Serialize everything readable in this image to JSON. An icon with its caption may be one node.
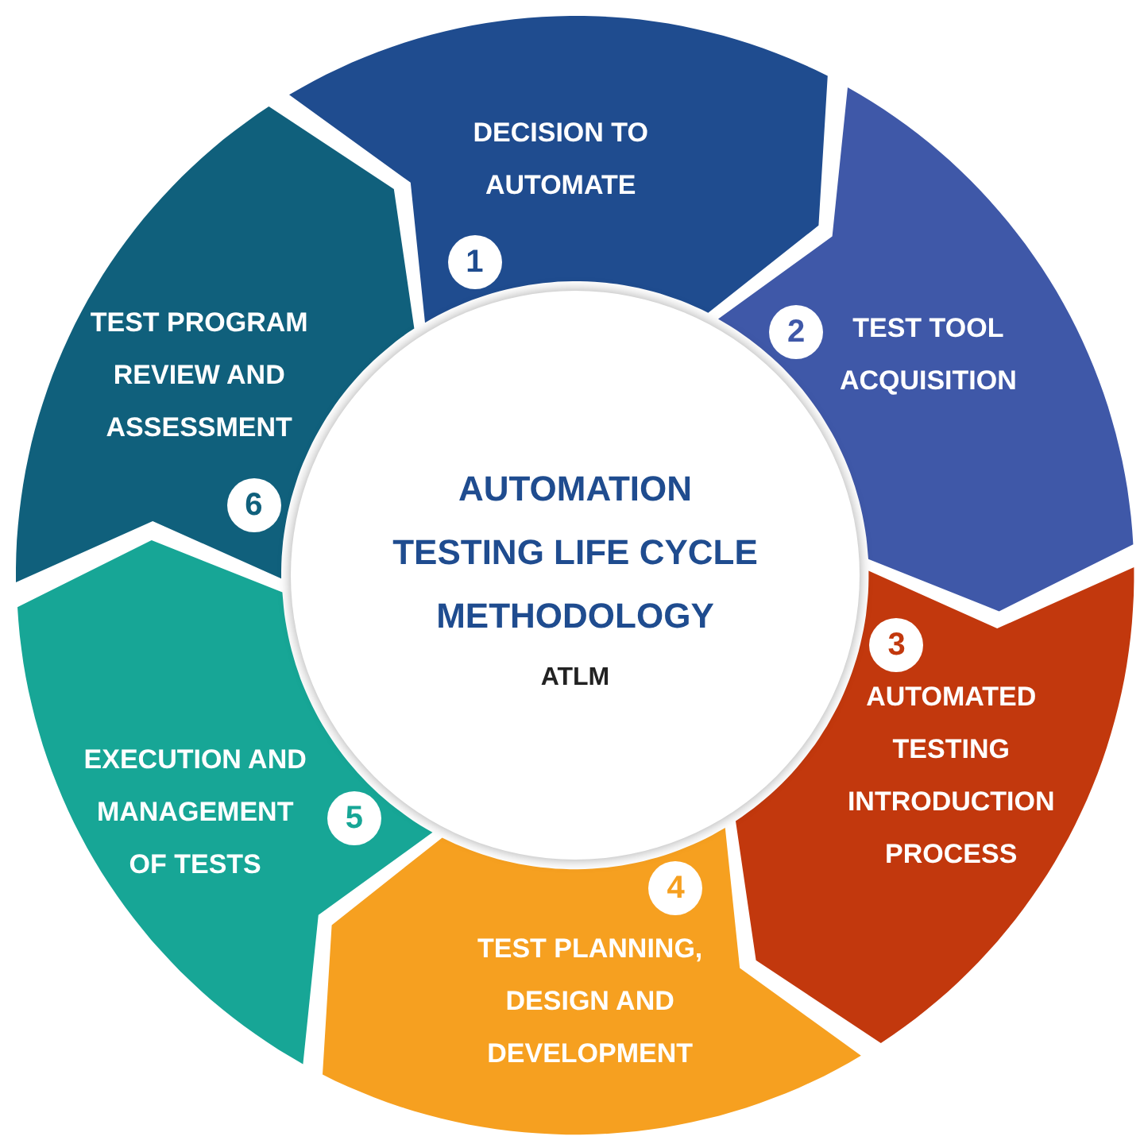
{
  "diagram": {
    "nodes": [
      {
        "text": [
          "DECISION TO AUTOMATE",
          "1"
        ]
      },
      {
        "text": [
          "2",
          "TEST TOOL ACQUISITION"
        ]
      },
      {
        "text": [
          "3",
          "AUTOMATED TESTING INTRODUCTION PROCESS"
        ]
      },
      {
        "text": [
          "4",
          "TEST PLANNING, DESIGN AND DEVELOPMENT"
        ]
      },
      {
        "text": [
          "EXECUTION AND MANAGEMENT OF TESTS",
          "5"
        ]
      },
      {
        "text": [
          "TEST PROGRAM REVIEW AND ASSESSMENT",
          "6"
        ]
      },
      {
        "text": [
          "AUTOMATION TESTING LIFE CYCLE METHODOLOGY",
          "ATLM"
        ]
      }
    ]
  }
}
